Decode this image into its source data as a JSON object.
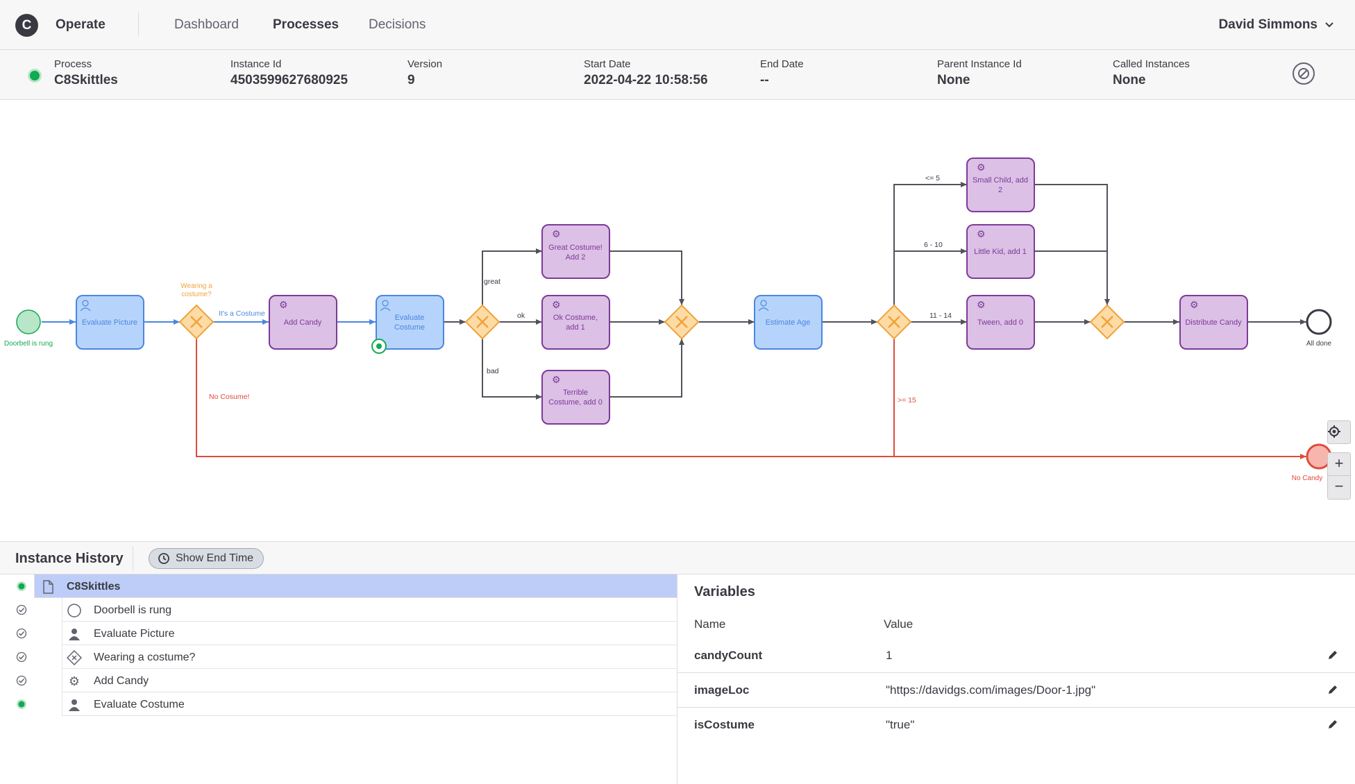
{
  "app": {
    "logo_letter": "C",
    "name": "Operate",
    "nav": [
      "Dashboard",
      "Processes",
      "Decisions"
    ],
    "active_nav": "Processes",
    "user": "David Simmons"
  },
  "instance": {
    "fields": [
      {
        "label": "Process",
        "value": "C8Skittles"
      },
      {
        "label": "Instance Id",
        "value": "4503599627680925"
      },
      {
        "label": "Version",
        "value": "9"
      },
      {
        "label": "Start Date",
        "value": "2022-04-22 10:58:56"
      },
      {
        "label": "End Date",
        "value": "--"
      },
      {
        "label": "Parent Instance Id",
        "value": "None"
      },
      {
        "label": "Called Instances",
        "value": "None"
      }
    ],
    "state_color": "#10aa50"
  },
  "diagram": {
    "events": {
      "start": "Doorbell is rung",
      "end_done": "All done",
      "end_no_candy": "No Candy"
    },
    "tasks": {
      "evaluate_picture": "Evaluate Picture",
      "add_candy": "Add Candy",
      "evaluate_costume": [
        "Evaluate",
        "Costume"
      ],
      "great_costume": [
        "Great Costume!",
        "Add 2"
      ],
      "ok_costume": [
        "Ok Costume,",
        "add 1"
      ],
      "terrible_costume": [
        "Terrible",
        "Costume, add 0"
      ],
      "estimate_age": "Estimate Age",
      "small_child": [
        "Small Child, add",
        "2"
      ],
      "little_kid": "Little Kid, add 1",
      "tween": "Tween, add 0",
      "distribute_candy": "Distribute Candy"
    },
    "gateway_label": [
      "Wearing a",
      "costume?"
    ],
    "flows": {
      "its_a_costume": "It's a Costume",
      "no_costume": "No Cosume!",
      "great": "great",
      "ok": "ok",
      "bad": "bad",
      "le5": "<= 5",
      "6to10": "6 - 10",
      "11to14": "11 - 14",
      "ge15": ">= 15"
    },
    "colors": {
      "user_task_fill": "#b6d4fb",
      "user_task_stroke": "#4c86e0",
      "service_task_fill": "#dcc0e6",
      "service_task_stroke": "#7c3a97",
      "gateway_fill": "#fddba5",
      "gateway_stroke": "#f0a23b",
      "completed_flow": "#4c86e0",
      "incident": "#e04b3b"
    },
    "zoom": {
      "reset": "⊙",
      "in": "+",
      "out": "−"
    }
  },
  "history": {
    "title": "Instance History",
    "end_time_button": "Show End Time",
    "rows": [
      {
        "label": "C8Skittles",
        "status": "active",
        "icon": "document-icon"
      },
      {
        "label": "Doorbell is rung",
        "status": "completed",
        "icon": "start-event-icon"
      },
      {
        "label": "Evaluate Picture",
        "status": "completed",
        "icon": "user-task-icon"
      },
      {
        "label": "Wearing a costume?",
        "status": "completed",
        "icon": "gateway-icon"
      },
      {
        "label": "Add Candy",
        "status": "completed",
        "icon": "service-task-icon"
      },
      {
        "label": "Evaluate Costume",
        "status": "active",
        "icon": "user-task-icon"
      }
    ]
  },
  "variables": {
    "title": "Variables",
    "name_header": "Name",
    "value_header": "Value",
    "rows": [
      {
        "name": "candyCount",
        "value": "1"
      },
      {
        "name": "imageLoc",
        "value": "\"https://davidgs.com/images/Door-1.jpg\""
      },
      {
        "name": "isCostume",
        "value": "\"true\""
      }
    ]
  }
}
